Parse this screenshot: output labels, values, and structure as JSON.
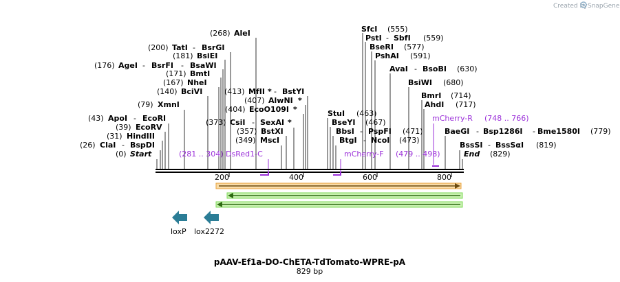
{
  "credit": {
    "prefix": "Created by",
    "brand": "SnapGene"
  },
  "title": "pAAV-Ef1a-DO-ChETA-TdTomato-WPRE-pA",
  "subtitle": "829 bp",
  "ruler_ticks": [
    "200",
    "400",
    "600",
    "800"
  ],
  "left_sites": [
    {
      "pos": "(268)",
      "name": "AleI"
    },
    {
      "pos": "(200)",
      "name": "TatI",
      "alt": "BsrGI"
    },
    {
      "pos": "(181)",
      "name": "BsiEI"
    },
    {
      "pos": "(176)",
      "name": "AgeI",
      "alt": "BsrFI",
      "alt2": "BsaWI"
    },
    {
      "pos": "(171)",
      "name": "BmtI"
    },
    {
      "pos": "(167)",
      "name": "NheI"
    },
    {
      "pos": "(140)",
      "name": "BciVI"
    },
    {
      "pos": "(79)",
      "name": "XmnI"
    },
    {
      "pos": "(43)",
      "name": "ApoI",
      "alt": "EcoRI"
    },
    {
      "pos": "(39)",
      "name": "EcoRV"
    },
    {
      "pos": "(31)",
      "name": "HindIII"
    },
    {
      "pos": "(26)",
      "name": "ClaI",
      "alt": "BspDI"
    },
    {
      "pos": "(0)",
      "name": "Start"
    }
  ],
  "mid_sites": [
    {
      "pos": "(413)",
      "name": "MfII",
      "star": "*",
      "alt": "BstYI"
    },
    {
      "pos": "(407)",
      "name": "AlwNI",
      "star": "*"
    },
    {
      "pos": "(404)",
      "name": "EcoO109I",
      "star": "*"
    },
    {
      "pos": "(373)",
      "name": "CsiI",
      "alt": "SexAI",
      "star": "*"
    },
    {
      "pos": "(357)",
      "name": "BstXI"
    },
    {
      "pos": "(349)",
      "name": "MscI"
    }
  ],
  "right_sites": [
    {
      "name": "SfcI",
      "pos": "(555)"
    },
    {
      "name": "PstI",
      "alt": "SbfI",
      "pos": "(559)"
    },
    {
      "name": "BseRI",
      "pos": "(577)"
    },
    {
      "name": "PshAI",
      "pos": "(591)"
    },
    {
      "name": "AvaI",
      "alt": "BsoBI",
      "pos": "(630)"
    },
    {
      "name": "BsiWI",
      "pos": "(680)"
    },
    {
      "name": "BmrI",
      "pos": "(714)"
    },
    {
      "name": "AhdI",
      "pos": "(717)"
    },
    {
      "name": "StuI",
      "pos": "(463)"
    },
    {
      "name": "BseYI",
      "pos": "(467)"
    },
    {
      "name": "BbsI",
      "alt": "PspFI",
      "pos": "(471)"
    },
    {
      "name": "BtgI",
      "alt": "NcoI",
      "pos": "(473)"
    },
    {
      "name": "BaeGI",
      "alt": "Bsp1286I",
      "alt2": "Bme1580I",
      "pos": "(779)"
    },
    {
      "name": "BssSI",
      "alt": "BssSαI",
      "pos": "(819)"
    },
    {
      "name": "End",
      "pos": "(829)"
    }
  ],
  "primers": [
    {
      "range": "(281 .. 304)",
      "name": "DsRed1-C"
    },
    {
      "name": "mCherry-F",
      "range": "(479 .. 498)"
    },
    {
      "name": "mCherry-R",
      "range": "(748 .. 766)"
    }
  ],
  "features": [
    {
      "name": "loxP",
      "color": "#2b7d96"
    },
    {
      "name": "lox2272",
      "color": "#2b7d96"
    }
  ],
  "colors": {
    "orange": "#e8a13a",
    "green": "#7ed957",
    "primer": "#9b30d9",
    "backbone": "#000000",
    "lox": "#2b7d96"
  }
}
